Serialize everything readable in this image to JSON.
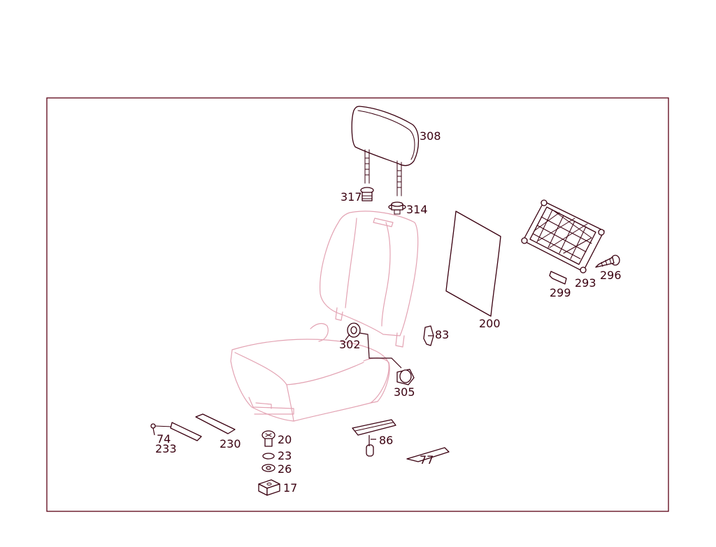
{
  "diagram": {
    "frame_color": "#5a0014",
    "ink_color": "#3a0010",
    "seat_outline_color": "#e3a3b3",
    "callouts": [
      {
        "id": "308",
        "text": "308"
      },
      {
        "id": "317",
        "text": "317"
      },
      {
        "id": "314",
        "text": "314"
      },
      {
        "id": "200",
        "text": "200"
      },
      {
        "id": "293",
        "text": "293"
      },
      {
        "id": "296",
        "text": "296"
      },
      {
        "id": "299",
        "text": "299"
      },
      {
        "id": "302",
        "text": "302"
      },
      {
        "id": "83",
        "text": "83"
      },
      {
        "id": "305",
        "text": "305"
      },
      {
        "id": "86",
        "text": "86"
      },
      {
        "id": "77",
        "text": "77"
      },
      {
        "id": "74",
        "text": "74"
      },
      {
        "id": "233",
        "text": "233"
      },
      {
        "id": "230",
        "text": "230"
      },
      {
        "id": "20",
        "text": "20"
      },
      {
        "id": "23",
        "text": "23"
      },
      {
        "id": "26",
        "text": "26"
      },
      {
        "id": "17",
        "text": "17"
      }
    ]
  }
}
